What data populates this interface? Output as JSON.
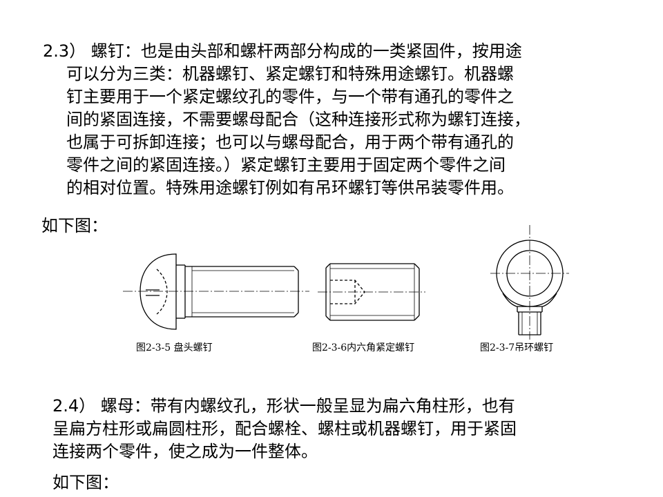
{
  "section1": {
    "lines": [
      "2.3） 螺钉：也是由头部和螺杆两部分构成的一类紧固件，按用途",
      "可以分为三类：机器螺钉、紧定螺钉和特殊用途螺钉。机器螺",
      "钉主要用于一个紧定螺纹孔的零件，与一个带有通孔的零件之",
      "间的紧固连接，不需要螺母配合（这种连接形式称为螺钉连接，",
      "也属于可拆卸连接；也可以与螺母配合，用于两个带有通孔的",
      "零件之间的紧固连接。）紧定螺钉主要用于固定两个零件之间",
      "的相对位置。特殊用途螺钉例如有吊环螺钉等供吊装零件用。"
    ],
    "follow": "如下图："
  },
  "figures": {
    "captions": [
      "图2-3-5  盘头螺钉",
      "图2-3-6内六角紧定螺钉",
      "图2-3-7吊环螺钉"
    ]
  },
  "section2": {
    "lines": [
      "2.4） 螺母：带有内螺纹孔，形状一般呈显为扁六角柱形，也有",
      "呈扁方柱形或扁圆柱形，配合螺栓、螺柱或机器螺钉，用于紧固",
      "连接两个零件，使之成为一件整体。"
    ],
    "follow": "如下图："
  }
}
